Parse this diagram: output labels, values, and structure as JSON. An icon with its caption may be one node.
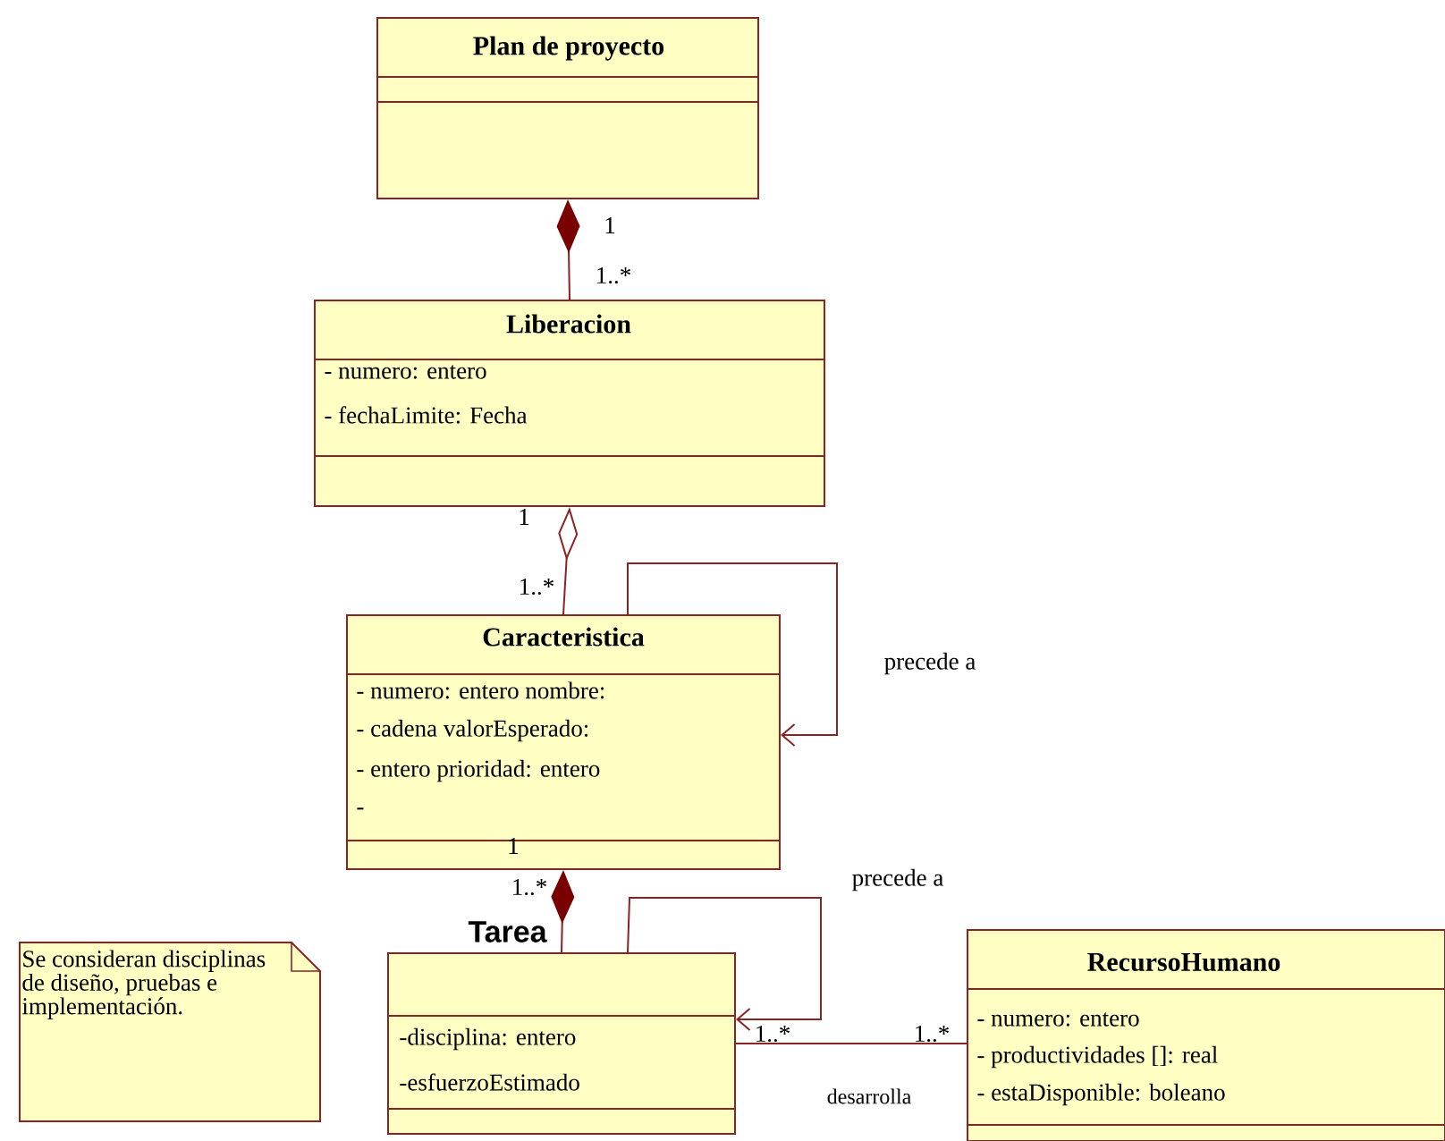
{
  "diagram": {
    "nodes": [
      {
        "text": [
          "Plan de proyecto"
        ]
      },
      {
        "text": [
          "Liberacion",
          "- numero: entero",
          "- fechaLimite: Fecha"
        ]
      },
      {
        "text": [
          "Caracteristica",
          "- numero: entero nombre:",
          "- cadena valorEsperado:",
          "- entero prioridad: entero",
          "-"
        ]
      },
      {
        "text": [
          "Se consideran disciplinas de diseño, pruebas e implementación."
        ]
      },
      {
        "text": [
          "Tarea",
          "-disciplina: entero",
          "-esfuerzoEstimado"
        ]
      },
      {
        "text": [
          "RecursoHumano",
          "- numero: entero",
          "- productividades []: real",
          "- estaDisponible: boleano"
        ]
      }
    ],
    "edges": [
      {
        "from": 0,
        "to": 1,
        "arrow": "other"
      },
      {
        "from": 1,
        "to": 2,
        "arrow": "other"
      },
      {
        "from": 2,
        "to": 2,
        "arrow": "to",
        "label": "precede a"
      },
      {
        "from": 2,
        "to": 4,
        "arrow": "other"
      },
      {
        "from": 4,
        "to": 4,
        "arrow": "to",
        "label": "precede a"
      },
      {
        "from": 4,
        "to": 5,
        "arrow": "none",
        "label": "desarrolla"
      }
    ],
    "labels": [
      "1",
      "1..*",
      "1",
      "1..*",
      "1",
      "1..*",
      "1..*",
      "1..*"
    ]
  }
}
